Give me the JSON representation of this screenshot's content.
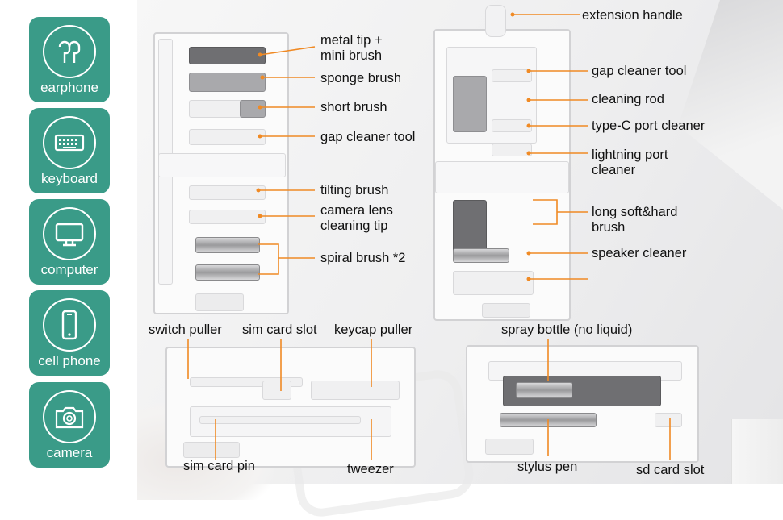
{
  "sidebar": {
    "items": [
      {
        "label": "earphone",
        "icon": "earphone-icon"
      },
      {
        "label": "keyboard",
        "icon": "keyboard-icon"
      },
      {
        "label": "computer",
        "icon": "computer-icon"
      },
      {
        "label": "cell phone",
        "icon": "cell-phone-icon"
      },
      {
        "label": "camera",
        "icon": "camera-icon"
      }
    ]
  },
  "colors": {
    "tile": "#3a9b88",
    "callout": "#f08a24",
    "text": "#111111"
  },
  "left_tool": {
    "labels": [
      "metal tip +",
      "mini brush",
      "sponge brush",
      "short brush",
      "gap cleaner tool",
      "tilting brush",
      "camera lens",
      "cleaning tip",
      "spiral brush *2"
    ]
  },
  "right_tool": {
    "labels": [
      "extension handle",
      "gap cleaner tool",
      "cleaning rod",
      "type-C port cleaner",
      "lightning port",
      "cleaner",
      "long soft&hard",
      "brush",
      "speaker cleaner"
    ]
  },
  "bottom_left": {
    "labels": [
      "switch puller",
      "sim card slot",
      "keycap puller",
      "sim card pin",
      "tweezer"
    ]
  },
  "bottom_right": {
    "labels": [
      "spray bottle (no liquid)",
      "stylus pen",
      "sd card slot"
    ]
  }
}
